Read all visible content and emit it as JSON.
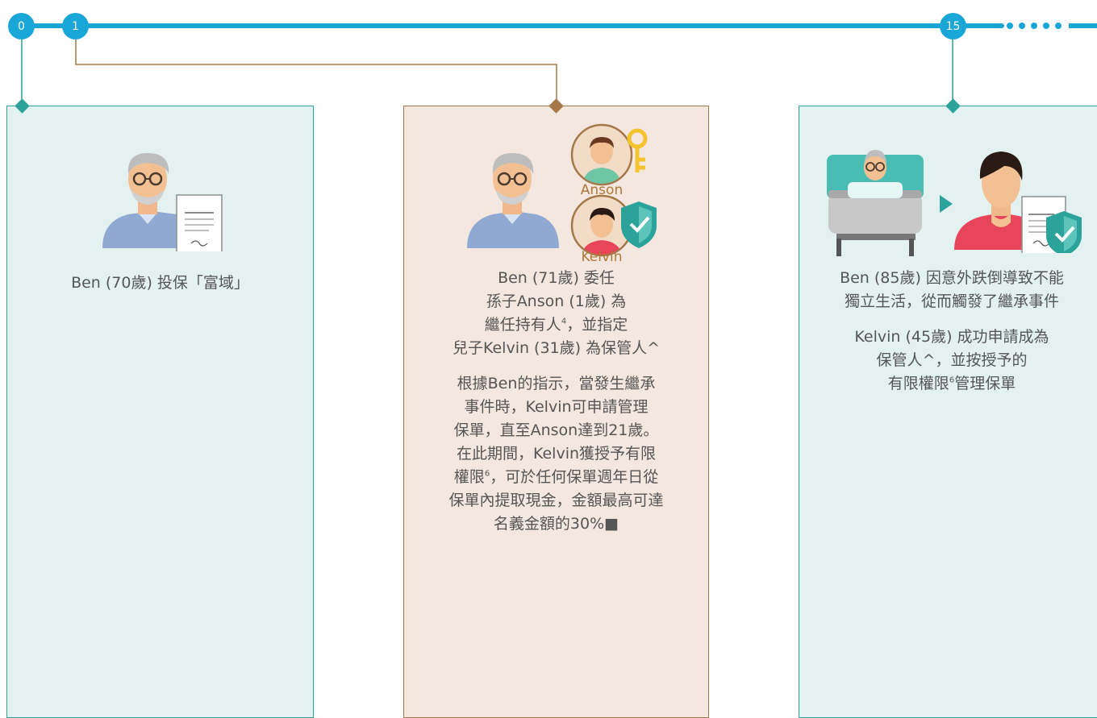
{
  "timeline": {
    "markers": [
      "0",
      "1",
      "15"
    ],
    "colors": {
      "line": "#1aa6d6",
      "teal": "#2ba39b",
      "brown": "#a47848"
    }
  },
  "cards": {
    "card0": {
      "text": "Ben (70歲) 投保「富域」"
    },
    "card1": {
      "labels": {
        "grandson": "Anson",
        "son": "Kelvin"
      },
      "p1_line1": "Ben (71歲) 委任",
      "p1_line2": "孫子Anson (1歲) 為",
      "p1_line3a": "繼任持有人",
      "p1_line3_sup": "4",
      "p1_line3b": "，並指定",
      "p1_line4": "兒子Kelvin (31歲) 為保管人^",
      "p2_line1": "根據Ben的指示，當發生繼承",
      "p2_line2": "事件時，Kelvin可申請管理",
      "p2_line3": "保單，直至Anson達到21歲。",
      "p2_line4": "在此期間，Kelvin獲授予有限",
      "p2_line5a": "權限",
      "p2_line5_sup": "6",
      "p2_line5b": "，可於任何保單週年日從",
      "p2_line6": "保單內提取現金，金額最高可達",
      "p2_line7": "名義金額的30%■"
    },
    "card2": {
      "p1_line1": "Ben (85歲) 因意外跌倒導致不能",
      "p1_line2": "獨立生活，從而觸發了繼承事件",
      "p2_line1": "Kelvin (45歲) 成功申請成為",
      "p2_line2": "保管人^，並按授予的",
      "p2_line3a": "有限權限",
      "p2_line3_sup": "6",
      "p2_line3b": "管理保單"
    }
  }
}
